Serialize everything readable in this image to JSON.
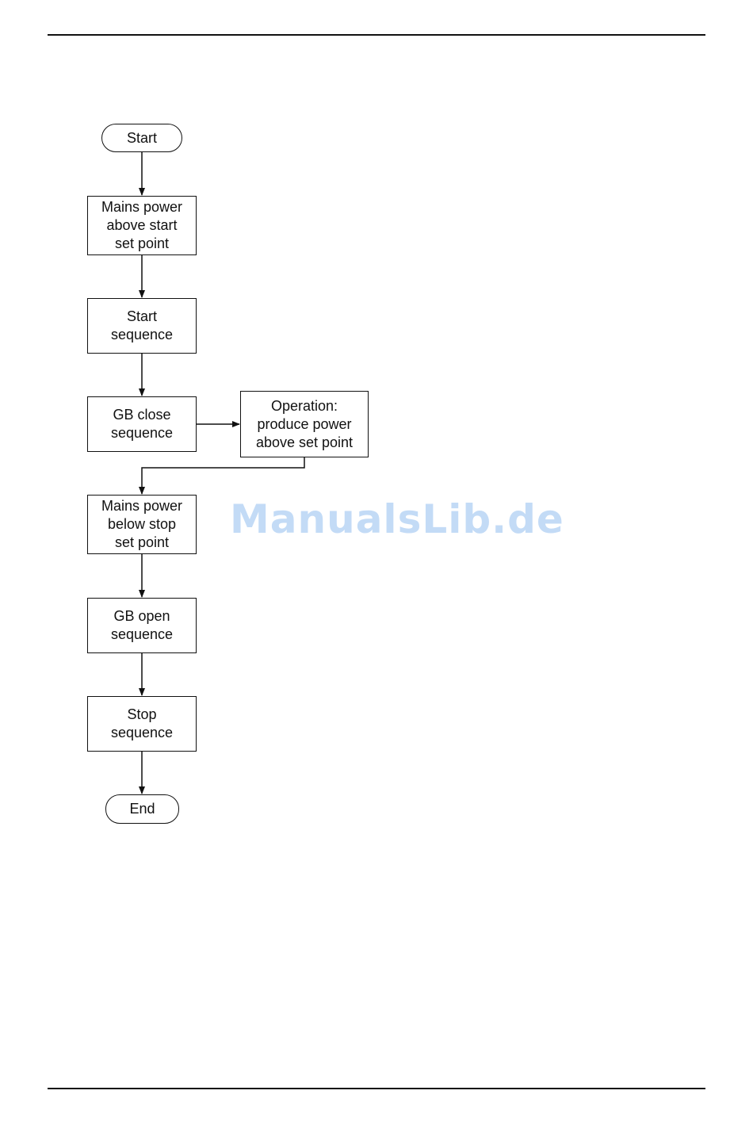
{
  "watermark": "ManualsLib.de",
  "flowchart": {
    "start": "Start",
    "step1": "Mains power\nabove start\nset point",
    "step2": "Start\nsequence",
    "step3": "GB close\nsequence",
    "operation": "Operation:\nproduce power\nabove set point",
    "step4": "Mains power\nbelow stop\nset point",
    "step5": "GB open\nsequence",
    "step6": "Stop\nsequence",
    "end": "End"
  },
  "edges": [
    [
      "start",
      "step1"
    ],
    [
      "step1",
      "step2"
    ],
    [
      "step2",
      "step3"
    ],
    [
      "step3",
      "operation"
    ],
    [
      "operation",
      "step4"
    ],
    [
      "step4",
      "step5"
    ],
    [
      "step5",
      "step6"
    ],
    [
      "step6",
      "end"
    ]
  ]
}
